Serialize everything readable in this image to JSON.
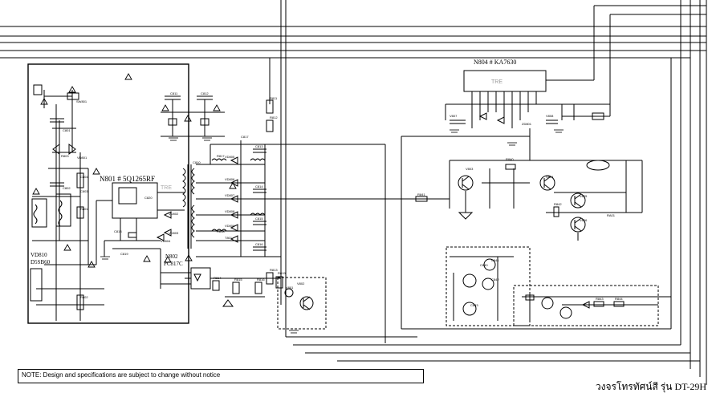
{
  "chips": {
    "power_ic": "N801 # 5Q1265RF",
    "sync_ic": "N804 # KA7630",
    "optocoupler": "N802",
    "optocoupler_part": "PC817C"
  },
  "bridge": {
    "ref": "VD810",
    "part": "D5SB60"
  },
  "watermark": "TRE",
  "note": "NOTE: Design and specifications are subject to change without notice",
  "footer_title": "วงจรโทรทัศน์สี รุ่น DT-29H",
  "component_labels": [
    "SW801",
    "C801",
    "C802",
    "C803",
    "C804",
    "R801",
    "R802",
    "R803",
    "VD801",
    "VD802",
    "VD803",
    "VD804",
    "VD805",
    "VD806",
    "VD807",
    "VD808",
    "VD809",
    "T801",
    "C810",
    "C811",
    "C812",
    "C813",
    "C814",
    "C815",
    "C816",
    "C817",
    "C818",
    "C819",
    "C820",
    "R811",
    "R812",
    "R813",
    "R814",
    "R815",
    "R816",
    "R817",
    "R818",
    "R819",
    "V801",
    "V802",
    "V803",
    "V804",
    "V805",
    "V806",
    "V807",
    "V808",
    "C840",
    "C841",
    "C842",
    "C843",
    "R840",
    "R841",
    "R842",
    "R843",
    "R844",
    "RA01",
    "ZD801"
  ]
}
